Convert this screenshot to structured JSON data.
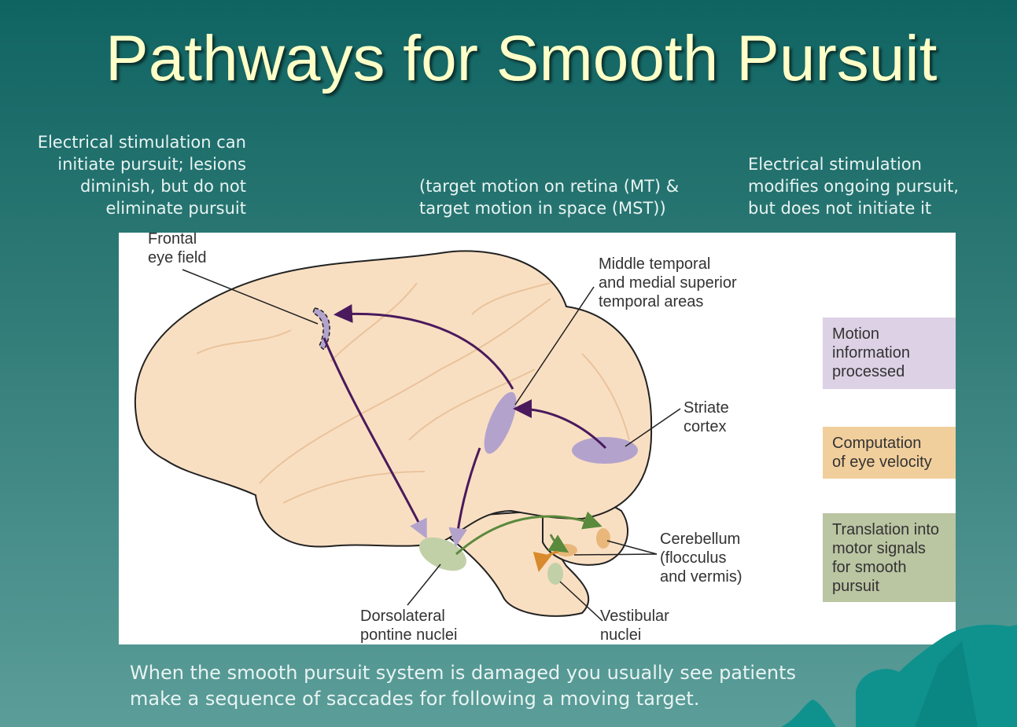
{
  "title": "Pathways for Smooth Pursuit",
  "notes": {
    "left": "Electrical stimulation can initiate pursuit; lesions diminish, but do not eliminate pursuit",
    "middle_line1": "(target motion on retina (MT) &",
    "middle_line2": "target motion in space (MST))",
    "right_line1": "Electrical stimulation",
    "right_line2": "modifies ongoing pursuit,",
    "right_line3": "but does not initiate it"
  },
  "diagram": {
    "labels": {
      "fef_1": "Frontal",
      "fef_2": "eye field",
      "mt_1": "Middle temporal",
      "mt_2": "and medial superior",
      "mt_3": "temporal areas",
      "striate_1": "Striate",
      "striate_2": "cortex",
      "cereb_1": "Cerebellum",
      "cereb_2": "(flocculus",
      "cereb_3": "and vermis)",
      "dlpn_1": "Dorsolateral",
      "dlpn_2": "pontine nuclei",
      "vest_1": "Vestibular",
      "vest_2": "nuclei"
    },
    "legend": [
      {
        "label_1": "Motion",
        "label_2": "information",
        "label_3": "processed",
        "color": "#ddd1e5"
      },
      {
        "label_1": "Computation",
        "label_2": "of eye velocity",
        "color": "#f1cf9c"
      },
      {
        "label_1": "Translation into",
        "label_2": "motor signals",
        "label_3": "for smooth",
        "label_4": "pursuit",
        "color": "#bac5a2"
      }
    ]
  },
  "bottom_text_1": "When the smooth pursuit system is damaged you usually see patients",
  "bottom_text_2": "make a sequence of saccades for following a moving target."
}
